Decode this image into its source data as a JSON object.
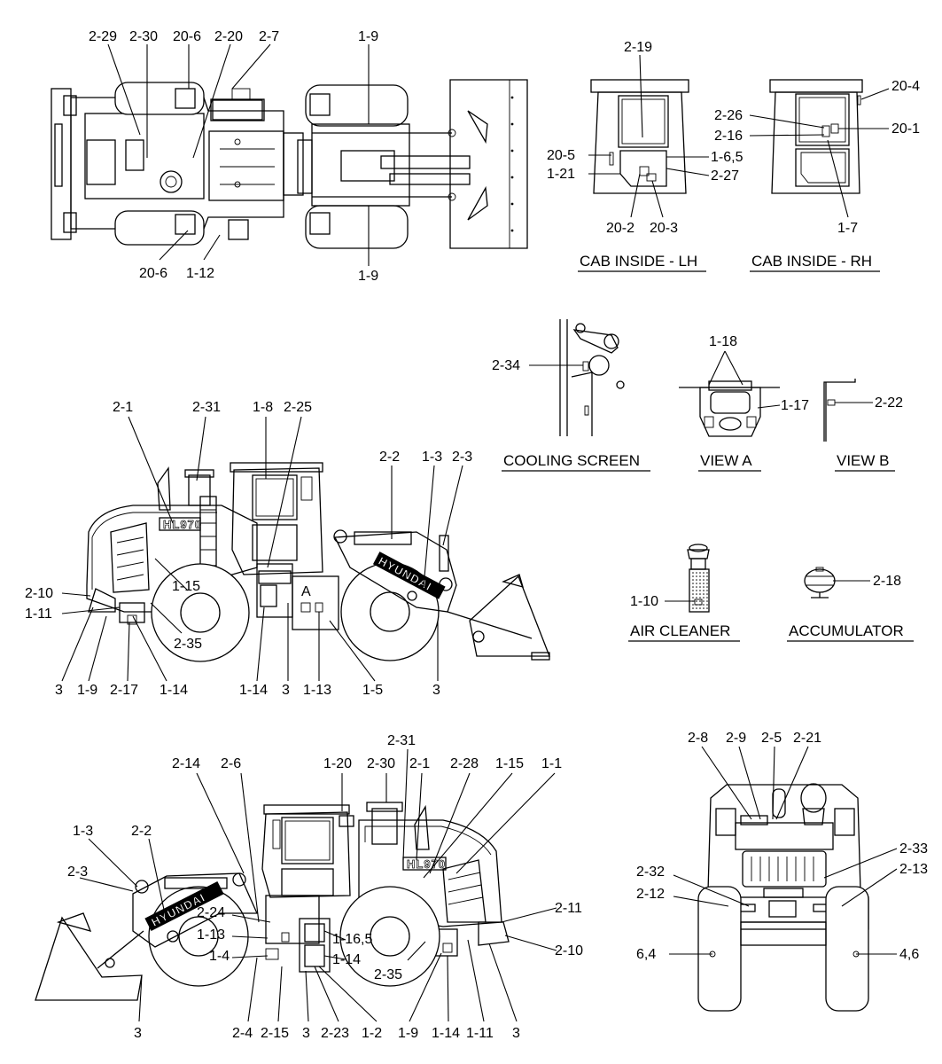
{
  "sections": {
    "cab_inside_lh": "CAB INSIDE - LH",
    "cab_inside_rh": "CAB INSIDE - RH",
    "cooling_screen": "COOLING SCREEN",
    "view_a": "VIEW A",
    "view_b": "VIEW B",
    "air_cleaner": "AIR CLEANER",
    "accumulator": "ACCUMULATOR"
  },
  "markings": {
    "brand_boom_1": "HYUNDAI",
    "brand_boom_2": "HYUNDAI",
    "model_1": "HL970",
    "model_2": "HL970",
    "view_marker_a": "A"
  },
  "callouts": {
    "top_view": [
      "2-29",
      "2-30",
      "20-6",
      "2-20",
      "2-7",
      "1-9",
      "1-9",
      "20-6",
      "1-12"
    ],
    "cab_lh": [
      "2-19",
      "20-5",
      "1-21",
      "1-6,5",
      "2-27",
      "20-2",
      "20-3"
    ],
    "cab_rh": [
      "20-4",
      "2-26",
      "2-16",
      "20-1",
      "1-7"
    ],
    "cooling": [
      "2-34"
    ],
    "view_a": [
      "1-18",
      "1-17"
    ],
    "view_b": [
      "2-22"
    ],
    "side_lh": [
      "2-1",
      "2-31",
      "1-8",
      "2-25",
      "2-2",
      "1-3",
      "2-3",
      "2-10",
      "1-11",
      "1-15",
      "2-35",
      "3",
      "1-9",
      "2-17",
      "1-14",
      "1-14",
      "3",
      "1-13",
      "1-5",
      "3"
    ],
    "air_cleaner": [
      "1-10"
    ],
    "accumulator": [
      "2-18"
    ],
    "side_rh": [
      "2-31",
      "2-14",
      "2-6",
      "1-20",
      "2-30",
      "2-1",
      "2-28",
      "1-15",
      "1-1",
      "1-3",
      "2-2",
      "2-3",
      "2-24",
      "1-13",
      "1-4",
      "1-16,5",
      "1-14",
      "2-11",
      "2-10",
      "2-35",
      "3",
      "2-4",
      "2-15",
      "3",
      "2-23",
      "1-2",
      "1-9",
      "1-14",
      "1-11",
      "3"
    ],
    "rear_view": [
      "2-8",
      "2-9",
      "2-5",
      "2-21",
      "2-33",
      "2-13",
      "2-32",
      "2-12",
      "6,4",
      "4,6"
    ]
  }
}
